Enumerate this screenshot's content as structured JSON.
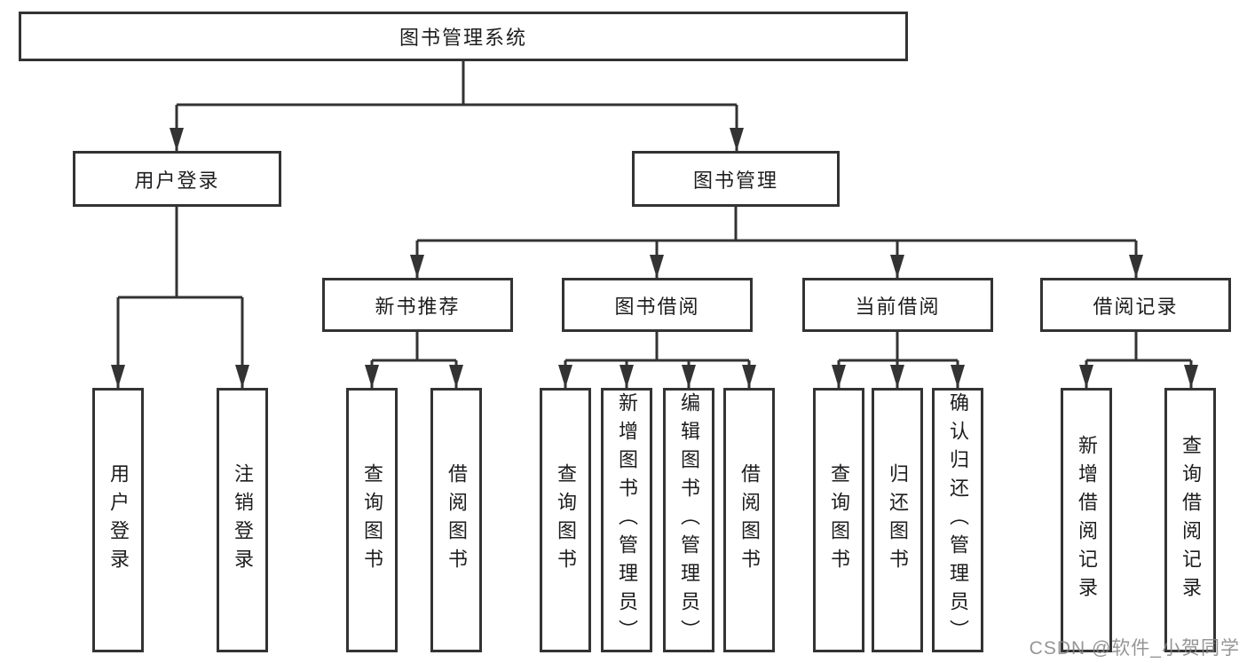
{
  "diagram": {
    "root": {
      "label": "图书管理系统"
    },
    "level2": [
      {
        "label": "用户登录"
      },
      {
        "label": "图书管理"
      }
    ],
    "level3": [
      {
        "label": "新书推荐"
      },
      {
        "label": "图书借阅"
      },
      {
        "label": "当前借阅"
      },
      {
        "label": "借阅记录"
      }
    ],
    "leaves": [
      {
        "label": "用户登录"
      },
      {
        "label": "注销登录"
      },
      {
        "label": "查询图书"
      },
      {
        "label": "借阅图书"
      },
      {
        "label": "查询图书"
      },
      {
        "label": "新增图书（管理员）"
      },
      {
        "label": "编辑图书（管理员）"
      },
      {
        "label": "借阅图书"
      },
      {
        "label": "查询图书"
      },
      {
        "label": "归还图书"
      },
      {
        "label": "确认归还（管理员）"
      },
      {
        "label": "新增借阅记录"
      },
      {
        "label": "查询借阅记录"
      }
    ],
    "watermark": "CSDN @软件_小贺同学",
    "colors": {
      "line": "#333333",
      "text": "#1d1d1f",
      "watermark": "#828282",
      "background": "#ffffff"
    }
  }
}
